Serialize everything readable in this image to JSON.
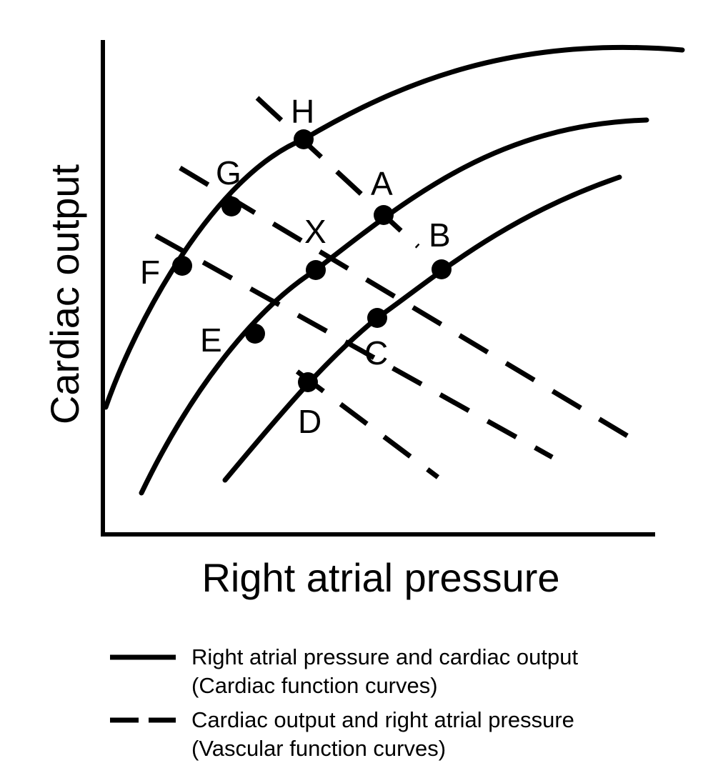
{
  "axes": {
    "x_label": "Right atrial pressure",
    "y_label": "Cardiac output"
  },
  "points": [
    {
      "id": "H",
      "label": "H"
    },
    {
      "id": "G",
      "label": "G"
    },
    {
      "id": "A",
      "label": "A"
    },
    {
      "id": "X",
      "label": "X"
    },
    {
      "id": "B",
      "label": "B"
    },
    {
      "id": "F",
      "label": "F"
    },
    {
      "id": "E",
      "label": "E"
    },
    {
      "id": "C",
      "label": "C"
    },
    {
      "id": "D",
      "label": "D"
    }
  ],
  "legend": {
    "solid": {
      "line1": "Right atrial pressure and cardiac output",
      "line2": "(Cardiac function curves)"
    },
    "dashed": {
      "line1": "Cardiac output and right atrial pressure",
      "line2": "(Vascular function curves)"
    }
  }
}
